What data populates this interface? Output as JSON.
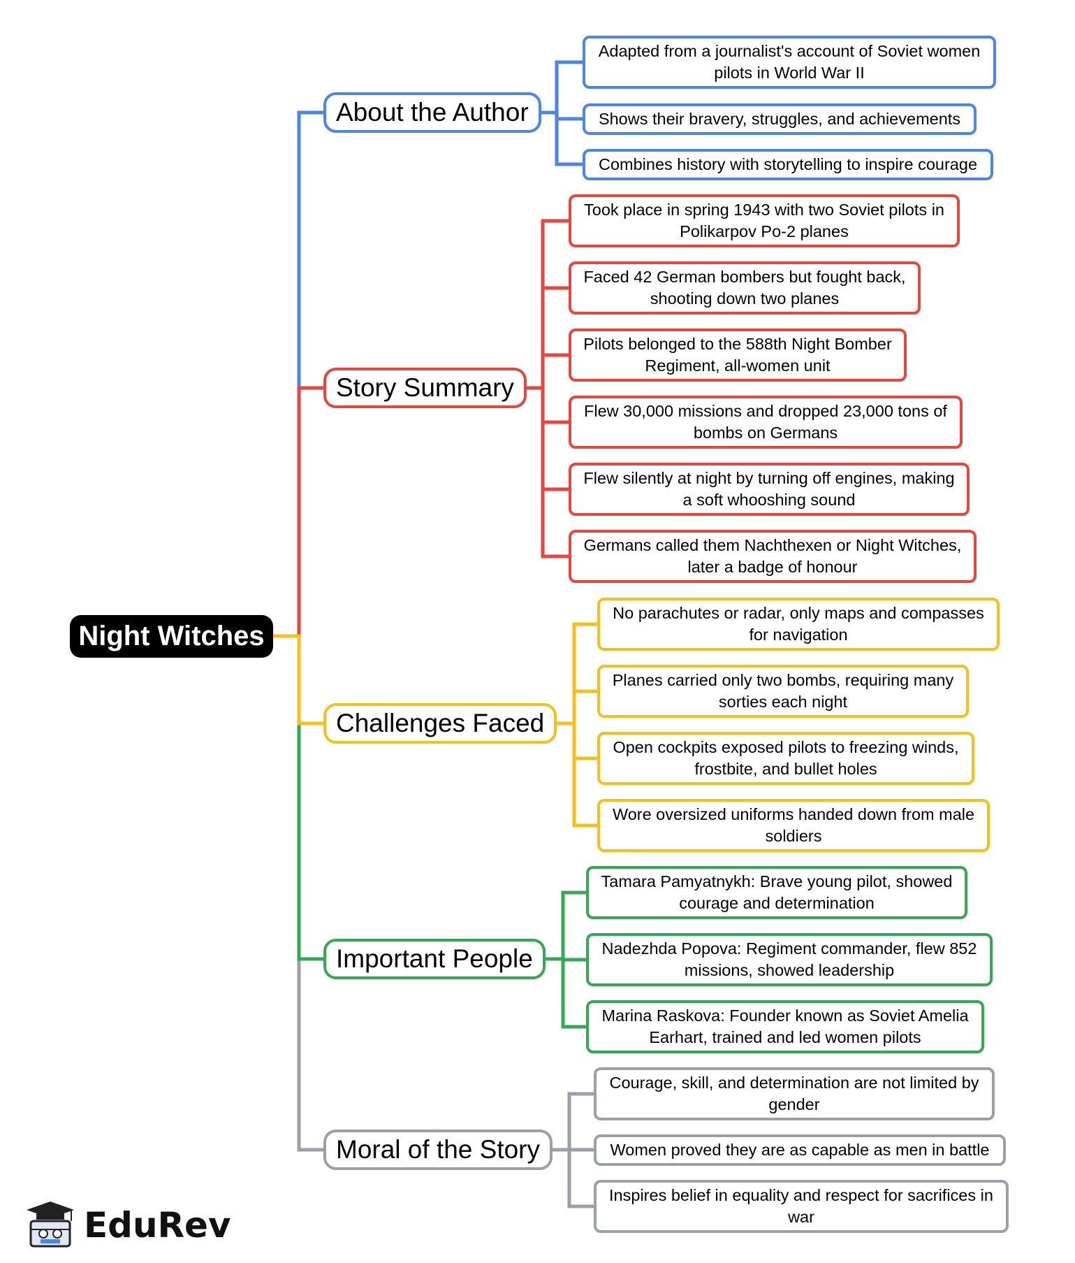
{
  "root": {
    "label": "Night Witches"
  },
  "colors": {
    "author": "#4a86e8",
    "summary": "#e8453c",
    "challenges": "#f5c018",
    "people": "#34a853",
    "moral": "#9aa0a6"
  },
  "branches": {
    "author": {
      "label": "About the Author",
      "items": [
        "Adapted from a journalist's account of Soviet women pilots in World War II",
        "Shows their bravery, struggles, and achievements",
        "Combines history with storytelling to inspire courage"
      ]
    },
    "summary": {
      "label": "Story Summary",
      "items": [
        "Took place in spring 1943 with two Soviet pilots in Polikarpov Po-2 planes",
        "Faced 42 German bombers but fought back, shooting down two planes",
        "Pilots belonged to the 588th Night Bomber Regiment, all-women unit",
        "Flew 30,000 missions and dropped 23,000 tons of bombs on Germans",
        "Flew silently at night by turning off engines, making a soft whooshing sound",
        "Germans called them Nachthexen or Night Witches, later a badge of honour"
      ]
    },
    "challenges": {
      "label": "Challenges Faced",
      "items": [
        "No parachutes or radar, only maps and compasses for navigation",
        "Planes carried only two bombs, requiring many sorties each night",
        "Open cockpits exposed pilots to freezing winds, frostbite, and bullet holes",
        "Wore oversized uniforms handed down from male soldiers"
      ]
    },
    "people": {
      "label": "Important People",
      "items": [
        "Tamara Pamyatnykh: Brave young pilot, showed courage and determination",
        "Nadezhda Popova: Regiment commander, flew 852 missions, showed leadership",
        "Marina Raskova: Founder known as Soviet Amelia Earhart, trained and led women pilots"
      ]
    },
    "moral": {
      "label": "Moral of the Story",
      "items": [
        "Courage, skill, and determination are not limited by gender",
        "Women proved they are as capable as men in battle",
        "Inspires belief in equality and respect for sacrifices in war"
      ]
    }
  },
  "brand": {
    "name": "EduRev",
    "icon": "graduation-cap-mascot-icon"
  }
}
